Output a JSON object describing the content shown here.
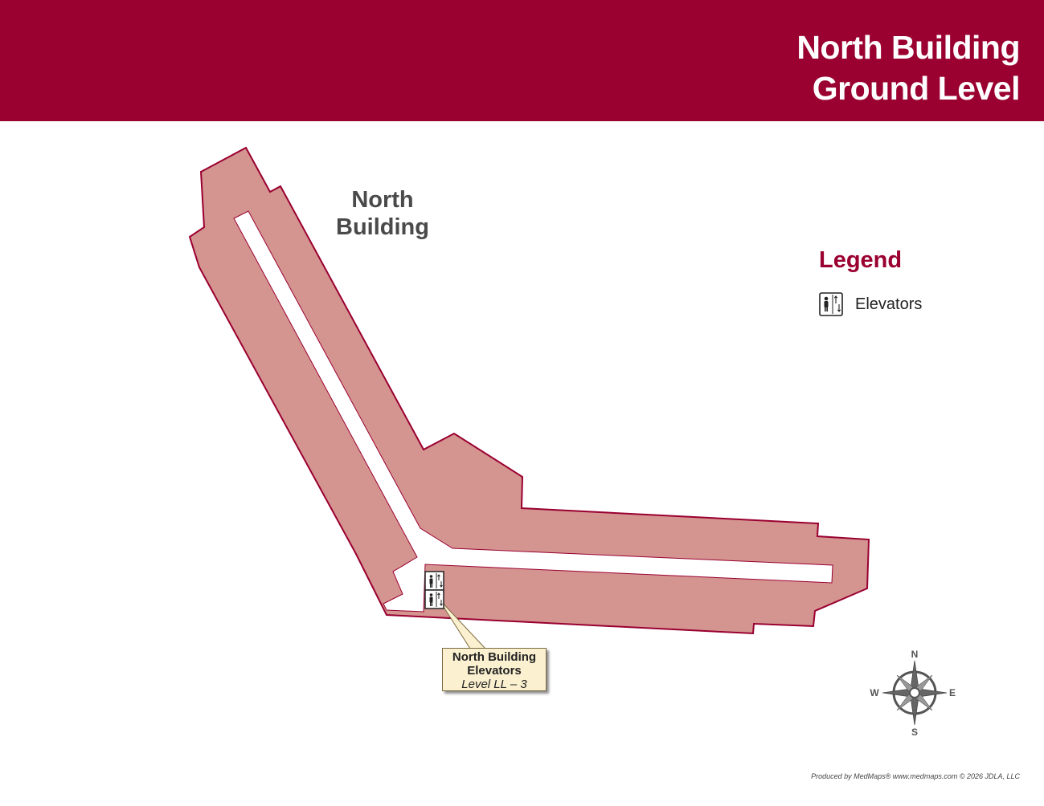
{
  "header": {
    "title_line1": "North Building",
    "title_line2": "Ground Level",
    "color": "#9a0030"
  },
  "map": {
    "building_fill": "#d49490",
    "building_outline": "#9a0030",
    "building_label_line1": "North",
    "building_label_line2": "Building"
  },
  "legend": {
    "title": "Legend",
    "items": [
      {
        "label": "Elevators",
        "icon": "elevator-icon"
      }
    ]
  },
  "callout": {
    "title_line1": "North Building",
    "title_line2": "Elevators",
    "subtitle": "Level LL – 3"
  },
  "compass": {
    "north": "N",
    "south": "S",
    "east": "E",
    "west": "W"
  },
  "footer": {
    "credit": "Produced by MedMaps® www.medmaps.com © 2026 JDLA, LLC"
  }
}
